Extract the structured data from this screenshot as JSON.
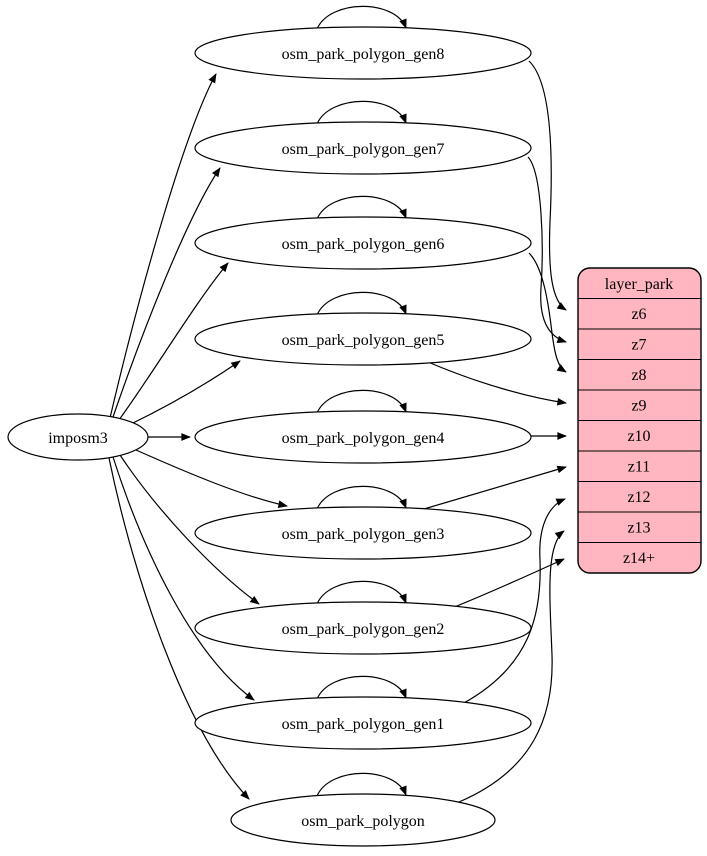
{
  "diagram": {
    "source_node": {
      "label": "imposm3"
    },
    "table_nodes": [
      {
        "label": "osm_park_polygon_gen8"
      },
      {
        "label": "osm_park_polygon_gen7"
      },
      {
        "label": "osm_park_polygon_gen6"
      },
      {
        "label": "osm_park_polygon_gen5"
      },
      {
        "label": "osm_park_polygon_gen4"
      },
      {
        "label": "osm_park_polygon_gen3"
      },
      {
        "label": "osm_park_polygon_gen2"
      },
      {
        "label": "osm_park_polygon_gen1"
      },
      {
        "label": "osm_park_polygon"
      }
    ],
    "layer_node": {
      "header": "layer_park",
      "zoom_rows": [
        "z6",
        "z7",
        "z8",
        "z9",
        "z10",
        "z11",
        "z12",
        "z13",
        "z14+"
      ]
    },
    "edges": [
      {
        "from": "imposm3",
        "to": "osm_park_polygon_gen8"
      },
      {
        "from": "imposm3",
        "to": "osm_park_polygon_gen7"
      },
      {
        "from": "imposm3",
        "to": "osm_park_polygon_gen6"
      },
      {
        "from": "imposm3",
        "to": "osm_park_polygon_gen5"
      },
      {
        "from": "imposm3",
        "to": "osm_park_polygon_gen4"
      },
      {
        "from": "imposm3",
        "to": "osm_park_polygon_gen3"
      },
      {
        "from": "imposm3",
        "to": "osm_park_polygon_gen2"
      },
      {
        "from": "imposm3",
        "to": "osm_park_polygon_gen1"
      },
      {
        "from": "imposm3",
        "to": "osm_park_polygon"
      },
      {
        "from": "osm_park_polygon_gen8",
        "to": "osm_park_polygon_gen8"
      },
      {
        "from": "osm_park_polygon_gen7",
        "to": "osm_park_polygon_gen7"
      },
      {
        "from": "osm_park_polygon_gen6",
        "to": "osm_park_polygon_gen6"
      },
      {
        "from": "osm_park_polygon_gen5",
        "to": "osm_park_polygon_gen5"
      },
      {
        "from": "osm_park_polygon_gen4",
        "to": "osm_park_polygon_gen4"
      },
      {
        "from": "osm_park_polygon_gen3",
        "to": "osm_park_polygon_gen3"
      },
      {
        "from": "osm_park_polygon_gen2",
        "to": "osm_park_polygon_gen2"
      },
      {
        "from": "osm_park_polygon_gen1",
        "to": "osm_park_polygon_gen1"
      },
      {
        "from": "osm_park_polygon",
        "to": "osm_park_polygon"
      },
      {
        "from": "osm_park_polygon_gen8",
        "to": "layer_park:z6"
      },
      {
        "from": "osm_park_polygon_gen7",
        "to": "layer_park:z7"
      },
      {
        "from": "osm_park_polygon_gen6",
        "to": "layer_park:z8"
      },
      {
        "from": "osm_park_polygon_gen5",
        "to": "layer_park:z9"
      },
      {
        "from": "osm_park_polygon_gen4",
        "to": "layer_park:z10"
      },
      {
        "from": "osm_park_polygon_gen3",
        "to": "layer_park:z11"
      },
      {
        "from": "osm_park_polygon_gen1",
        "to": "layer_park:z12"
      },
      {
        "from": "osm_park_polygon",
        "to": "layer_park:z13"
      },
      {
        "from": "osm_park_polygon_gen2",
        "to": "layer_park:z14+"
      }
    ],
    "colors": {
      "layer_fill": "#FFB6C1",
      "node_fill": "#FFFFFF",
      "stroke": "#000000",
      "background": "#FFFFFF"
    }
  }
}
